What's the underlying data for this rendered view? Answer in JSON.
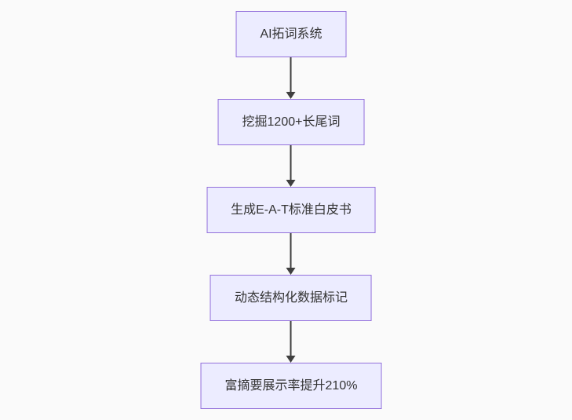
{
  "diagram": {
    "type": "flowchart",
    "direction": "top-down",
    "nodes": [
      {
        "id": "A",
        "label": "AI拓词系统"
      },
      {
        "id": "B",
        "label": "挖掘1200+长尾词"
      },
      {
        "id": "C",
        "label": "生成E-A-T标准白皮书"
      },
      {
        "id": "D",
        "label": "动态结构化数据标记"
      },
      {
        "id": "E",
        "label": "富摘要展示率提升210%"
      }
    ],
    "edges": [
      {
        "from": "A",
        "to": "B"
      },
      {
        "from": "B",
        "to": "C"
      },
      {
        "from": "C",
        "to": "D"
      },
      {
        "from": "D",
        "to": "E"
      }
    ]
  },
  "theme": {
    "canvas_bg": "#fafafa",
    "node_fill": "#ececff",
    "node_border": "#9370db",
    "text_color": "#333333",
    "edge_color": "#3f3f3f"
  }
}
